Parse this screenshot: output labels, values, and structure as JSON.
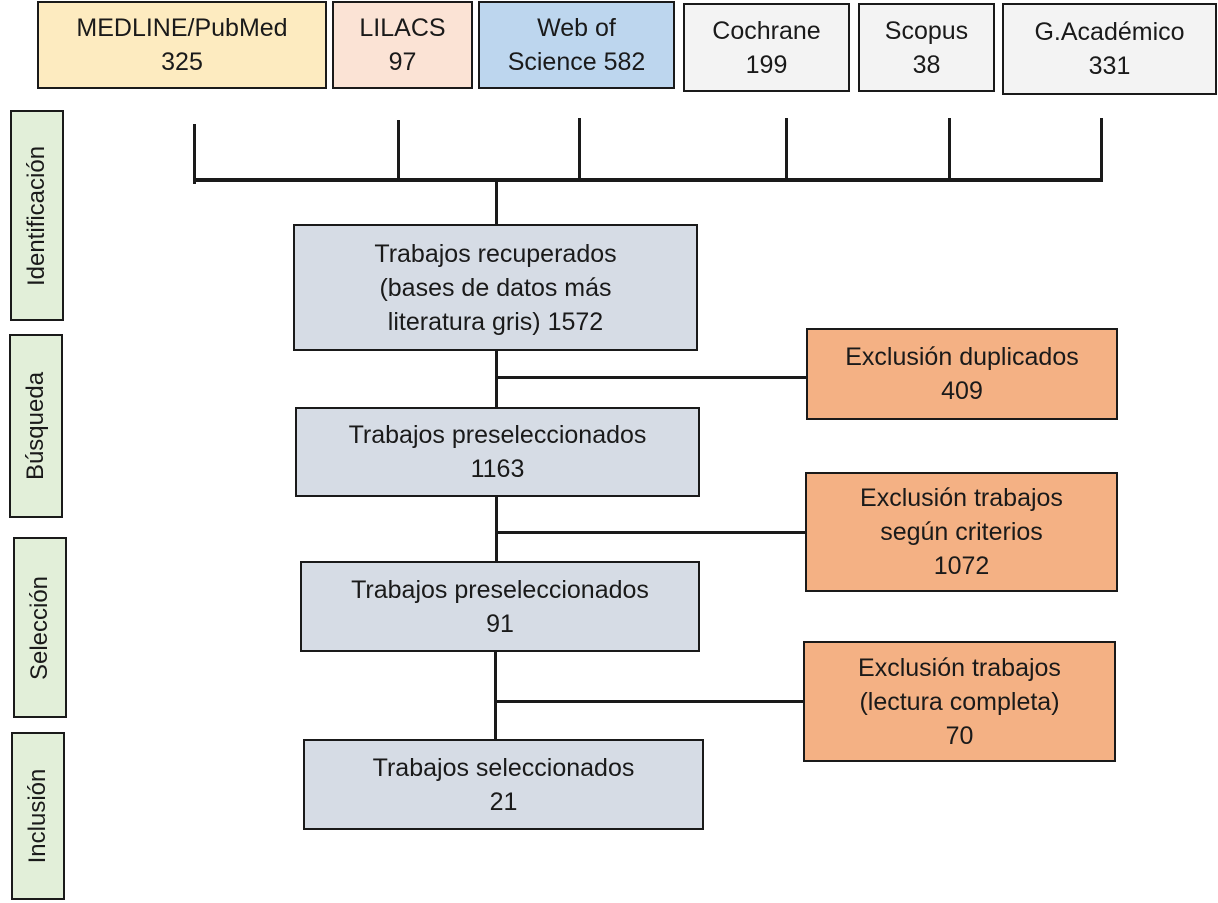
{
  "colors": {
    "medline": "#fdebc0",
    "lilacs": "#fbe3d5",
    "wos": "#bdd6ee",
    "neutral": "#f3f3f3",
    "process": "#d6dce5",
    "exclusion": "#f4b184",
    "stage": "#e2efd9",
    "line": "#1a1a1a"
  },
  "sources": [
    {
      "name": "MEDLINE/PubMed",
      "count": "325"
    },
    {
      "name": "LILACS",
      "count": "97"
    },
    {
      "name": "Web of",
      "count": "Science 582"
    },
    {
      "name": "Cochrane",
      "count": "199"
    },
    {
      "name": "Scopus",
      "count": "38"
    },
    {
      "name": "G.Académico",
      "count": "331"
    }
  ],
  "stages": [
    "Identificación",
    "Búsqueda",
    "Selección",
    "Inclusión"
  ],
  "flow": {
    "recovered": [
      "Trabajos recuperados",
      "(bases de datos más",
      "literatura gris) 1572"
    ],
    "preselected_1": [
      "Trabajos preseleccionados",
      "1163"
    ],
    "preselected_2": [
      "Trabajos preseleccionados",
      "91"
    ],
    "selected": [
      "Trabajos seleccionados",
      "21"
    ]
  },
  "exclusions": {
    "duplicates": [
      "Exclusión duplicados",
      "409"
    ],
    "criteria": [
      "Exclusión trabajos",
      "según criterios",
      "1072"
    ],
    "full_reading": [
      "Exclusión trabajos",
      "(lectura completa)",
      "70"
    ]
  }
}
